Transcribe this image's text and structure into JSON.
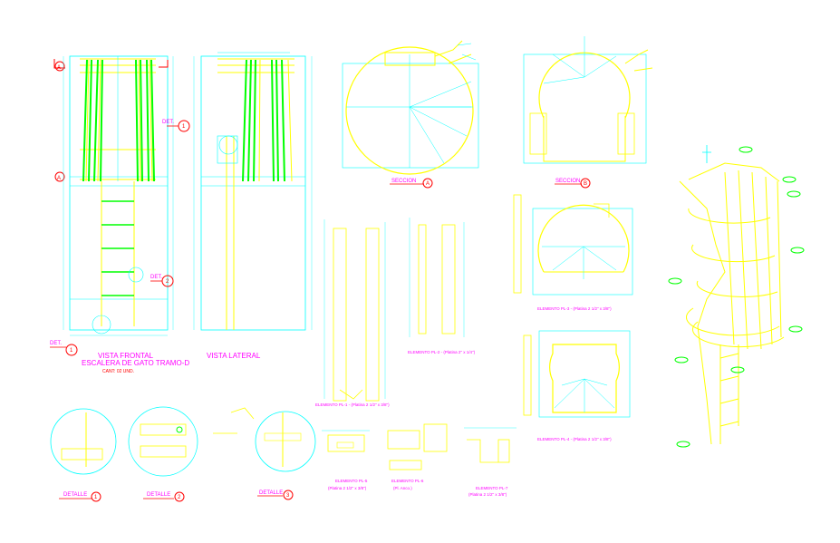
{
  "drawing": {
    "colors": {
      "cyan": "#00ffff",
      "yellow": "#ffff00",
      "green": "#00ff00",
      "magenta": "#ff00ff",
      "red": "#ff0000"
    },
    "views": {
      "frontal": {
        "title": "VISTA FRONTAL",
        "subtitle": "ESCALERA DE GATO TRAMO-D",
        "note": "CANT: 02 UND."
      },
      "lateral": {
        "title": "VISTA LATERAL"
      },
      "section_a": {
        "title": "SECCION",
        "marker": "A"
      },
      "section_b": {
        "title": "SECCION",
        "marker": "B"
      },
      "det_markers": [
        {
          "label": "DET.",
          "number": "1"
        },
        {
          "label": "DET.",
          "number": "2"
        },
        {
          "label": "DET.",
          "number": "1"
        }
      ],
      "cut_markers": [
        "A",
        "A"
      ],
      "details": [
        {
          "title": "DETALLE",
          "number": "1"
        },
        {
          "title": "DETALLE",
          "number": "2"
        },
        {
          "title": "DETALLE",
          "number": "3"
        }
      ],
      "elements": [
        {
          "title": "ELEMENTO PL-1 - (Platina 2 1/2\" x 3/8\")"
        },
        {
          "title": "ELEMENTO PL-2 - (Platina 2\" x 1/4\")"
        },
        {
          "title": "ELEMENTO PL-3 - (Platina 2 1/2\" x 3/8\")"
        },
        {
          "title": "ELEMENTO PL-4 - (Platina 2 1/2\" x 3/8\")"
        },
        {
          "title": "ELEMENTO PL-5",
          "spec": "(Platina 2 1/2\" x 3/8\")"
        },
        {
          "title": "ELEMENTO PL-6",
          "spec": "(Pl. Anco.)"
        },
        {
          "title": "ELEMENTO PL-7",
          "spec": "(Platina 2 1/2\" x 3/8\")"
        }
      ]
    }
  }
}
